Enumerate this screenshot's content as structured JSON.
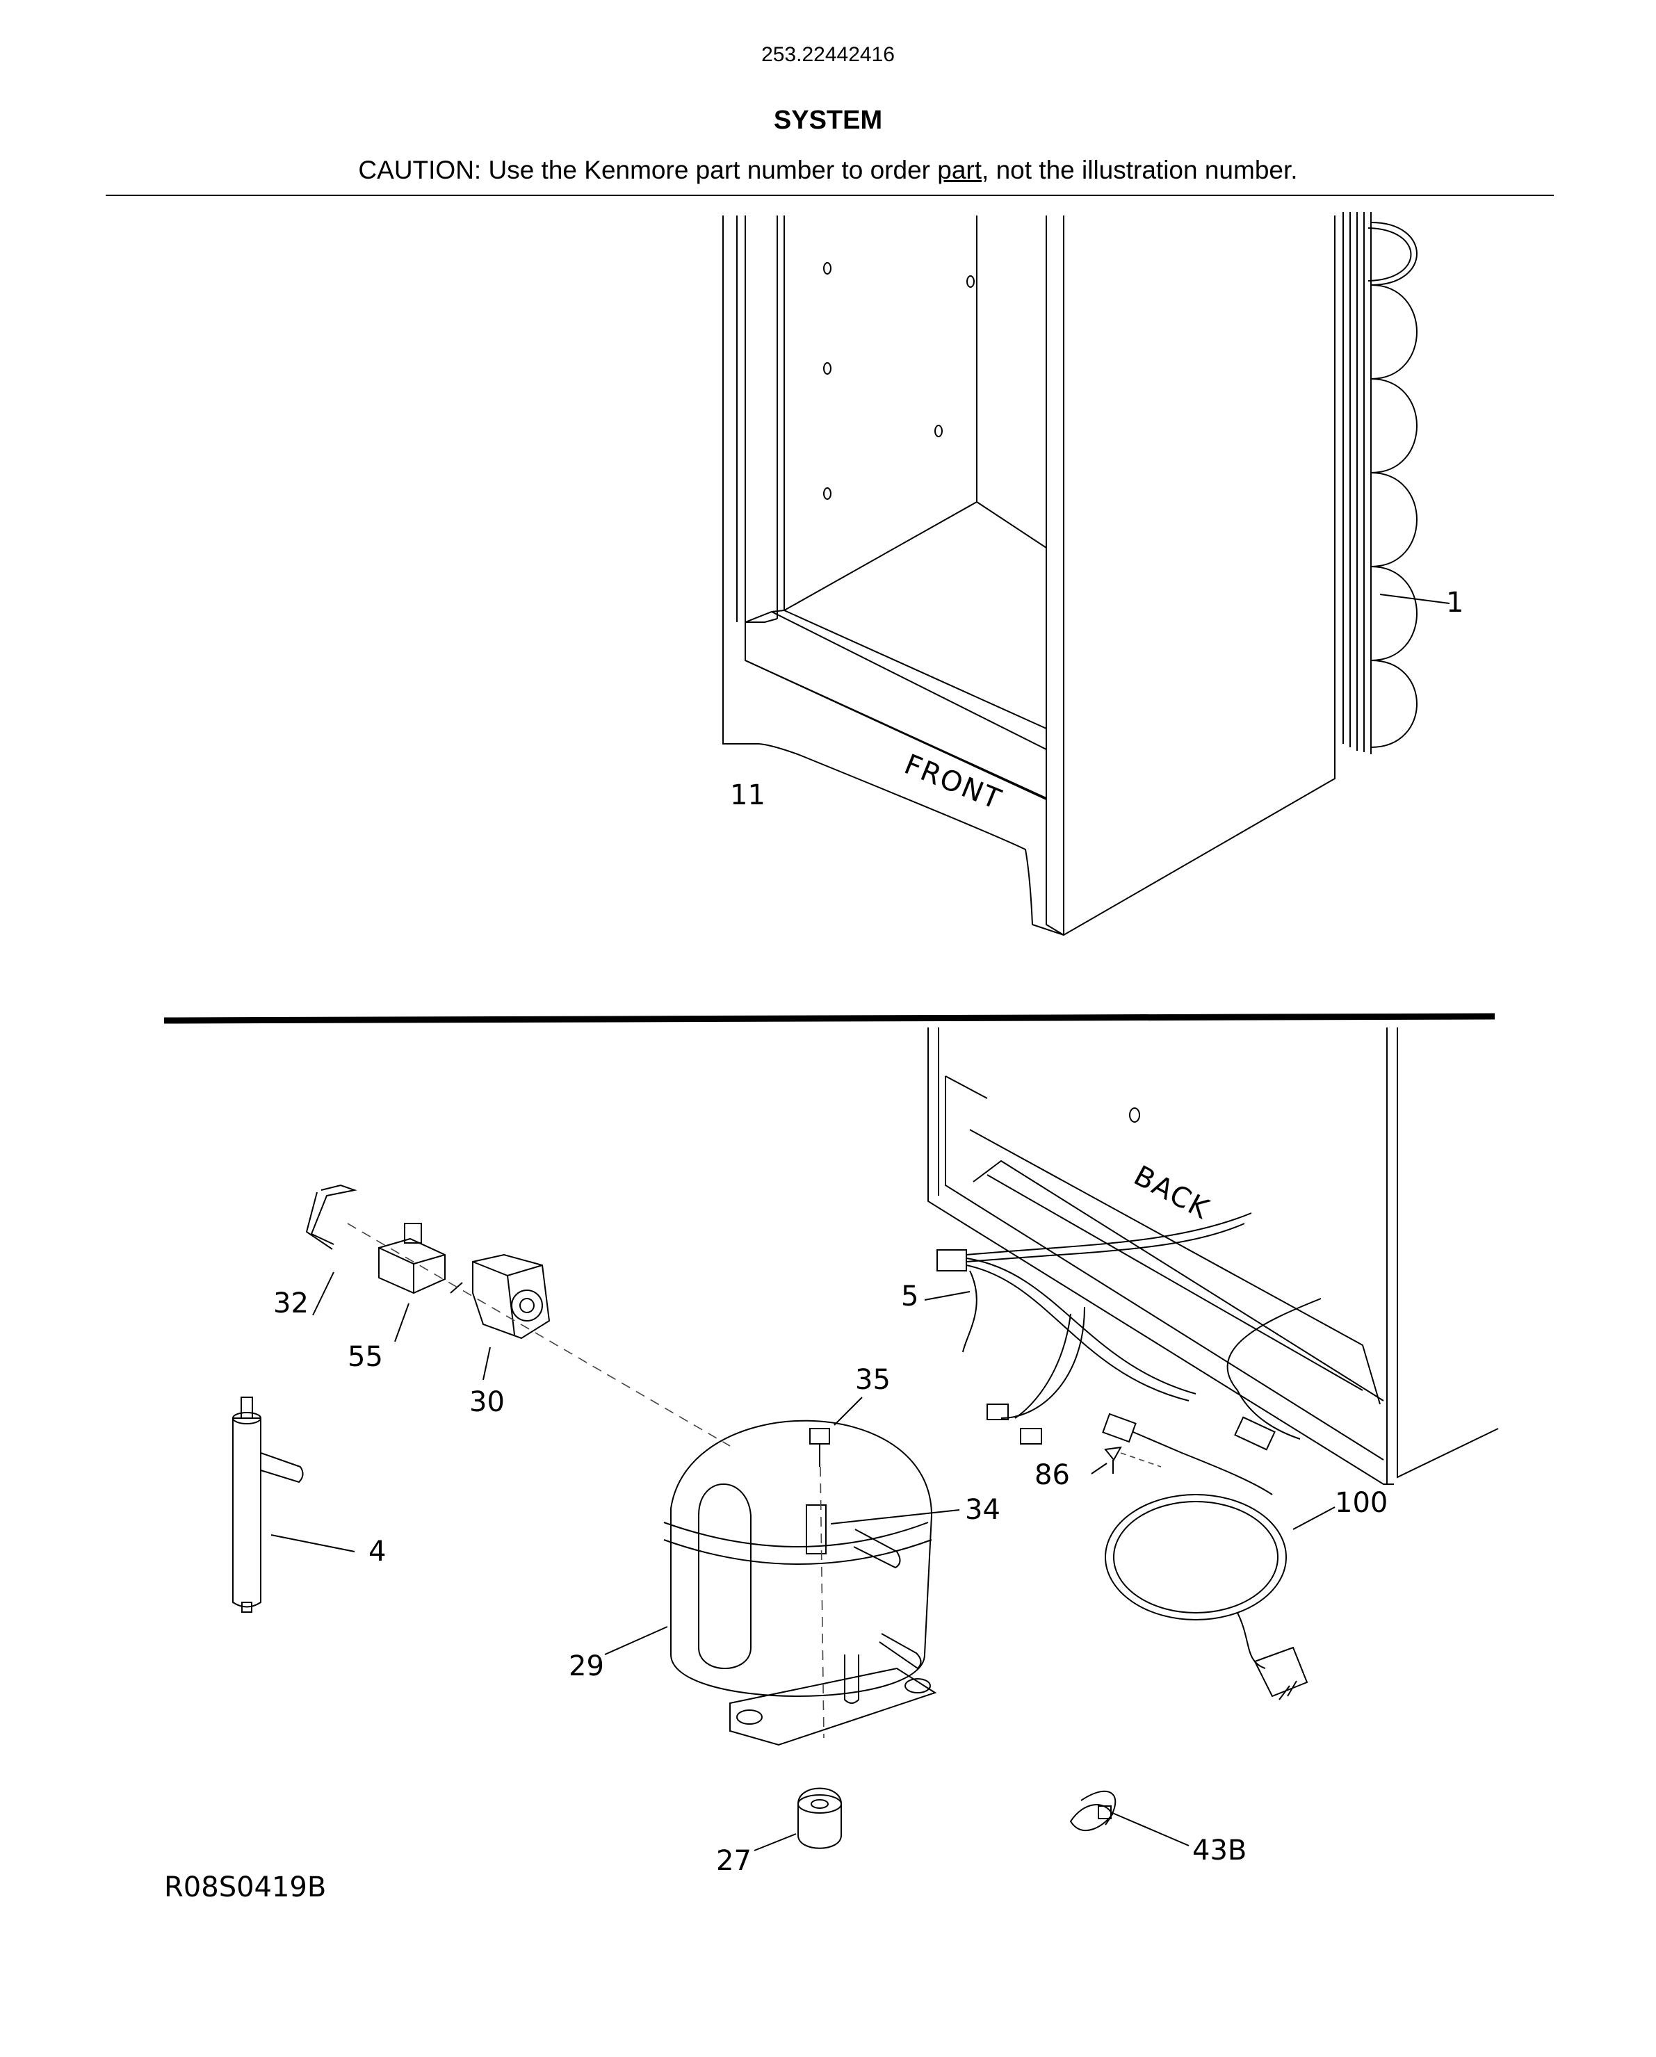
{
  "header": {
    "model_number": "253.22442416",
    "section_title": "SYSTEM",
    "caution_prefix": "CAUTION: Use the Kenmore part number to order ",
    "caution_link": "part",
    "caution_suffix": ", not the illustration number."
  },
  "cabinet_front": {
    "text": "FRONT",
    "callouts": [
      "1",
      "11"
    ]
  },
  "cabinet_back": {
    "text": "BACK"
  },
  "callouts": [
    "32",
    "55",
    "30",
    "5",
    "35",
    "34",
    "86",
    "100",
    "4",
    "29",
    "27",
    "43B"
  ],
  "footer": {
    "drawing_code": "R08S0419B"
  }
}
